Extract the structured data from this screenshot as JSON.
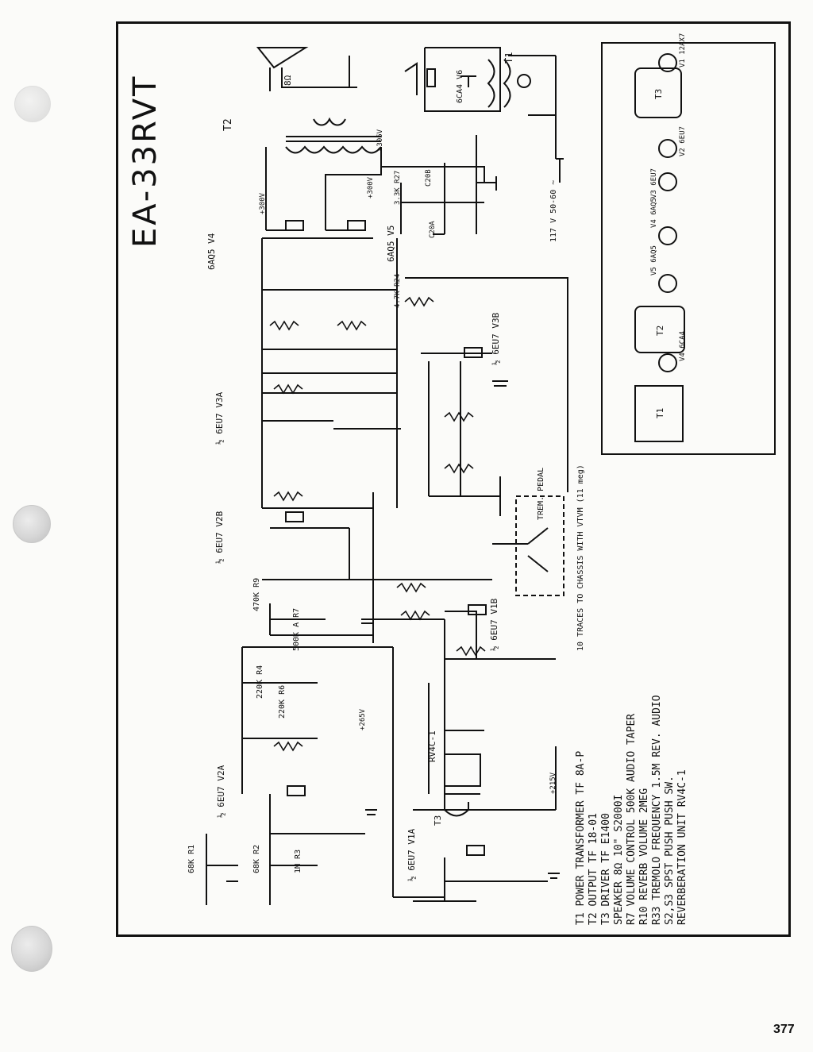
{
  "title": "EA-33RVT",
  "page_number": "377",
  "parts_legend": [
    {
      "ref": "T1",
      "desc": "POWER TRANSFORMER",
      "part": "TF 8A-P"
    },
    {
      "ref": "T2",
      "desc": "OUTPUT",
      "part": "TF 18-01"
    },
    {
      "ref": "T3",
      "desc": "DRIVER",
      "part": "TF E1400"
    },
    {
      "ref": "",
      "desc": "SPEAKER 8Ω 10\"",
      "part": "S2000I"
    },
    {
      "ref": "R7",
      "desc": "VOLUME CONTROL",
      "part": "500K AUDIO TAPER"
    },
    {
      "ref": "R10",
      "desc": "REVERB VOLUME",
      "part": "2MEG"
    },
    {
      "ref": "R33",
      "desc": "TREMOLO FREQUENCY",
      "part": "1.5M REV. AUDIO"
    },
    {
      "ref": "S2,S3",
      "desc": "SPST PUSH PUSH SW.",
      "part": ""
    },
    {
      "ref": "",
      "desc": "REVERBERATION UNIT",
      "part": "RV4C-1"
    }
  ],
  "chassis_layout": {
    "tubes": [
      "V4 6CA4",
      "V5 6AQ5",
      "V4 6AQ5",
      "V3 6EU7",
      "V2 6EU7",
      "V1 12AX7"
    ],
    "transformers": [
      "T1",
      "T2",
      "T3"
    ]
  },
  "notes": {
    "tremolo_pedal": "TREM. PEDAL",
    "chassis_note": "10 TRACES TO CHASSIS WITH VTVM (11 meg)",
    "power_in": "117 V 50-60 ~",
    "speaker": "8Ω"
  },
  "labels": {
    "V1A": "½ 6EU7 V1A",
    "V1B": "½ 6EU7 V1B",
    "V2A": "½ 6EU7 V2A",
    "V2B": "½ 6EU7 V2B",
    "V3A": "½ 6EU7 V3A",
    "V3B": "½ 6EU7 V3B",
    "V4": "6AQ5 V4",
    "V5": "6AQ5 V5",
    "V6": "6CA4 V6",
    "R1": "68K R1",
    "R2": "68K R2",
    "R3": "1M R3",
    "R4": "220K R4",
    "R6": "220K R6",
    "R7": "500K A R7",
    "R9": "470K R9",
    "RV": "RV4C-1",
    "T1": "T1",
    "T2": "T2",
    "T3": "T3",
    "B_plus_1": "+305V",
    "B_plus_2": "+300V",
    "B_plus_3": "+300V",
    "B_plus_4": "+265V",
    "B_plus_5": "+215V",
    "C20A": "C20A",
    "C20B": "C20B",
    "R27": "3.3K R27",
    "R24": "4.7K R24"
  }
}
